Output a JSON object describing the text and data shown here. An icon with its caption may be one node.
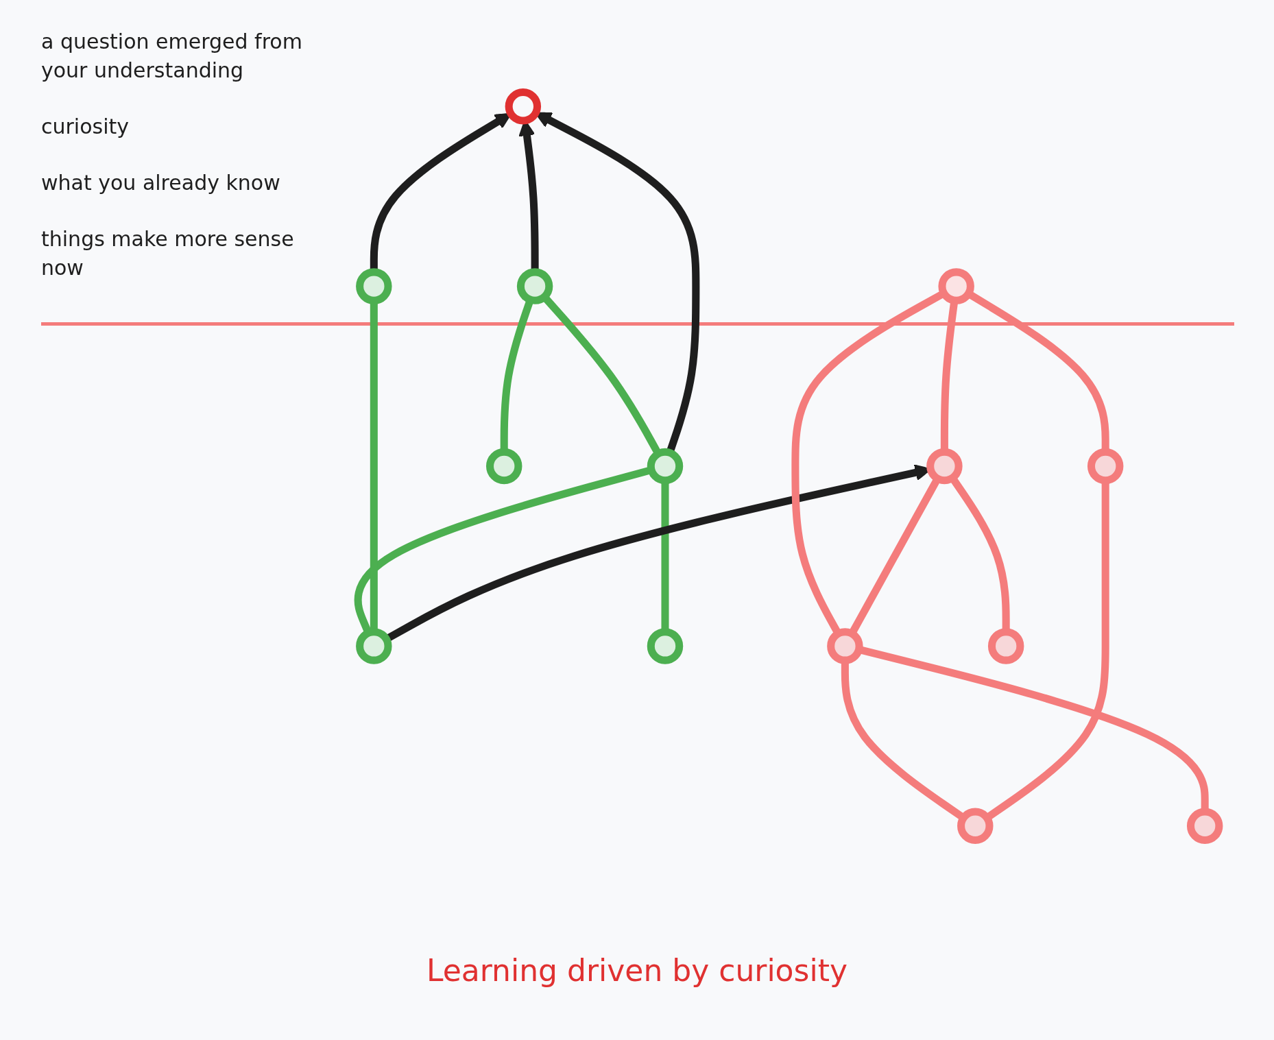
{
  "diagram": {
    "title": "Learning driven by curiosity",
    "nodes": [
      {
        "text": [],
        "shape": "circle"
      },
      {
        "text": [],
        "shape": "circle"
      },
      {
        "text": [],
        "shape": "circle"
      },
      {
        "text": [],
        "shape": "circle"
      },
      {
        "text": [],
        "shape": "circle"
      },
      {
        "text": [],
        "shape": "circle"
      },
      {
        "text": [],
        "shape": "circle"
      },
      {
        "text": [],
        "shape": "circle"
      },
      {
        "text": [],
        "shape": "circle"
      },
      {
        "text": [],
        "shape": "circle"
      },
      {
        "text": [],
        "shape": "circle"
      },
      {
        "text": [],
        "shape": "circle"
      },
      {
        "text": [],
        "shape": "circle"
      },
      {
        "text": [],
        "shape": "circle"
      }
    ],
    "edges": [
      {
        "from": 3,
        "to": 1,
        "arrow": "none",
        "color": "#4caf50"
      },
      {
        "from": 5,
        "to": 1,
        "arrow": "none",
        "color": "#4caf50"
      },
      {
        "from": 6,
        "to": 3,
        "arrow": "none",
        "color": "#4caf50"
      },
      {
        "from": 4,
        "to": 3,
        "arrow": "none",
        "color": "#4caf50"
      },
      {
        "from": 4,
        "to": 2,
        "arrow": "none",
        "color": "#4caf50"
      },
      {
        "from": 1,
        "to": 0,
        "arrow": "to",
        "color": "#1e1e1e"
      },
      {
        "from": 3,
        "to": 0,
        "arrow": "to",
        "color": "#1e1e1e"
      },
      {
        "from": 2,
        "to": 0,
        "arrow": "to",
        "color": "#1e1e1e"
      },
      {
        "from": 4,
        "to": 8,
        "arrow": "to",
        "color": "#1e1e1e"
      },
      {
        "from": 8,
        "to": 7,
        "arrow": "none"
      },
      {
        "from": 10,
        "to": 7,
        "arrow": "none"
      },
      {
        "from": 9,
        "to": 7,
        "arrow": "none"
      },
      {
        "from": 10,
        "to": 8,
        "arrow": "none"
      },
      {
        "from": 12,
        "to": 8,
        "arrow": "none"
      },
      {
        "from": 11,
        "to": 10,
        "arrow": "none"
      },
      {
        "from": 11,
        "to": 9,
        "arrow": "none"
      },
      {
        "from": 13,
        "to": 10,
        "arrow": "none"
      }
    ],
    "labels": [
      "a question emerged from your understanding",
      "curiosity",
      "what you already know",
      "things make more sense now"
    ]
  }
}
